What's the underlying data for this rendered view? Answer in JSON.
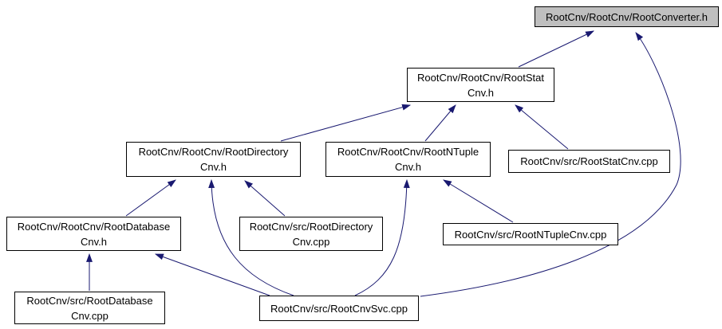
{
  "diagram": {
    "type": "include-dependency-graph",
    "colors": {
      "edge": "#191970",
      "node_border": "#000000",
      "node_fill": "#ffffff",
      "highlight_fill": "#bfbfbf",
      "text": "#000000",
      "background": "#ffffff"
    },
    "nodes": [
      {
        "id": "root-converter-h",
        "file": "RootCnv/RootCnv/RootConverter.h",
        "highlighted": true,
        "lines": [
          "RootCnv/RootCnv/RootConverter.h"
        ]
      },
      {
        "id": "root-stat-cnv-h",
        "file": "RootCnv/RootCnv/RootStatCnv.h",
        "highlighted": false,
        "lines": [
          "RootCnv/RootCnv/RootStat",
          "Cnv.h"
        ]
      },
      {
        "id": "root-directory-cnv-h",
        "file": "RootCnv/RootCnv/RootDirectoryCnv.h",
        "highlighted": false,
        "lines": [
          "RootCnv/RootCnv/RootDirectory",
          "Cnv.h"
        ]
      },
      {
        "id": "root-ntuple-cnv-h",
        "file": "RootCnv/RootCnv/RootNTupleCnv.h",
        "highlighted": false,
        "lines": [
          "RootCnv/RootCnv/RootNTuple",
          "Cnv.h"
        ]
      },
      {
        "id": "root-stat-cnv-cpp",
        "file": "RootCnv/src/RootStatCnv.cpp",
        "highlighted": false,
        "lines": [
          "RootCnv/src/RootStatCnv.cpp"
        ]
      },
      {
        "id": "root-database-cnv-h",
        "file": "RootCnv/RootCnv/RootDatabaseCnv.h",
        "highlighted": false,
        "lines": [
          "RootCnv/RootCnv/RootDatabase",
          "Cnv.h"
        ]
      },
      {
        "id": "root-directory-cnv-cpp",
        "file": "RootCnv/src/RootDirectoryCnv.cpp",
        "highlighted": false,
        "lines": [
          "RootCnv/src/RootDirectory",
          "Cnv.cpp"
        ]
      },
      {
        "id": "root-ntuple-cnv-cpp",
        "file": "RootCnv/src/RootNTupleCnv.cpp",
        "highlighted": false,
        "lines": [
          "RootCnv/src/RootNTupleCnv.cpp"
        ]
      },
      {
        "id": "root-database-cnv-cpp",
        "file": "RootCnv/src/RootDatabaseCnv.cpp",
        "highlighted": false,
        "lines": [
          "RootCnv/src/RootDatabase",
          "Cnv.cpp"
        ]
      },
      {
        "id": "root-cnv-svc-cpp",
        "file": "RootCnv/src/RootCnvSvc.cpp",
        "highlighted": false,
        "lines": [
          "RootCnv/src/RootCnvSvc.cpp"
        ]
      }
    ],
    "edges": [
      {
        "from": "RootCnv/RootCnv/RootStatCnv.h",
        "to": "RootCnv/RootCnv/RootConverter.h"
      },
      {
        "from": "RootCnv/src/RootCnvSvc.cpp",
        "to": "RootCnv/RootCnv/RootConverter.h"
      },
      {
        "from": "RootCnv/RootCnv/RootDirectoryCnv.h",
        "to": "RootCnv/RootCnv/RootStatCnv.h"
      },
      {
        "from": "RootCnv/RootCnv/RootNTupleCnv.h",
        "to": "RootCnv/RootCnv/RootStatCnv.h"
      },
      {
        "from": "RootCnv/src/RootStatCnv.cpp",
        "to": "RootCnv/RootCnv/RootStatCnv.h"
      },
      {
        "from": "RootCnv/RootCnv/RootDatabaseCnv.h",
        "to": "RootCnv/RootCnv/RootDirectoryCnv.h"
      },
      {
        "from": "RootCnv/src/RootCnvSvc.cpp",
        "to": "RootCnv/RootCnv/RootDirectoryCnv.h"
      },
      {
        "from": "RootCnv/src/RootDirectoryCnv.cpp",
        "to": "RootCnv/RootCnv/RootDirectoryCnv.h"
      },
      {
        "from": "RootCnv/src/RootNTupleCnv.cpp",
        "to": "RootCnv/RootCnv/RootNTupleCnv.h"
      },
      {
        "from": "RootCnv/src/RootCnvSvc.cpp",
        "to": "RootCnv/RootCnv/RootNTupleCnv.h"
      },
      {
        "from": "RootCnv/src/RootDatabaseCnv.cpp",
        "to": "RootCnv/RootCnv/RootDatabaseCnv.h"
      },
      {
        "from": "RootCnv/src/RootCnvSvc.cpp",
        "to": "RootCnv/RootCnv/RootDatabaseCnv.h"
      }
    ]
  }
}
